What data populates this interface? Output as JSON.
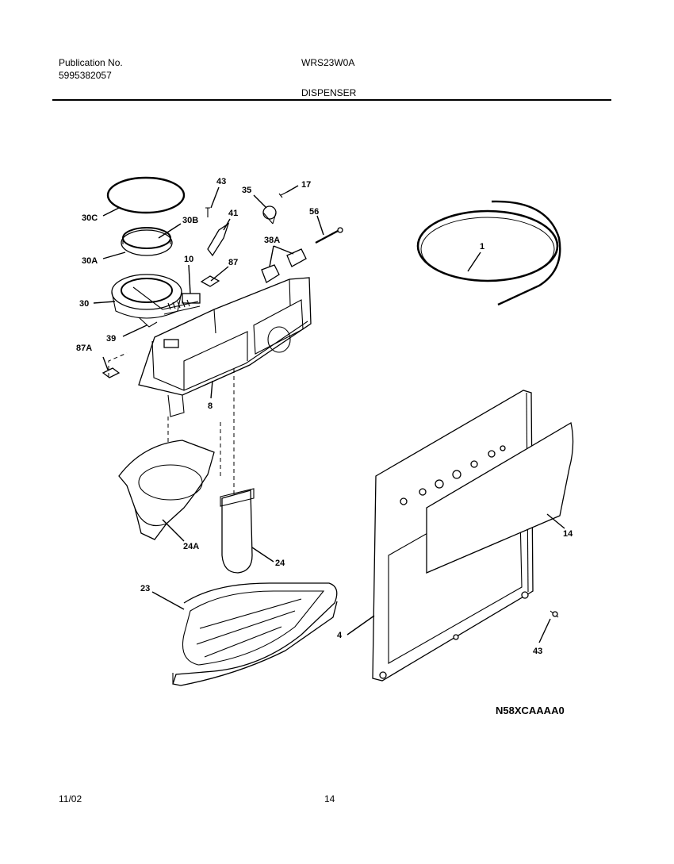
{
  "header": {
    "publication_label": "Publication No.",
    "publication_number": "5995382057",
    "model": "WRS23W0A",
    "section": "DISPENSER"
  },
  "diagram": {
    "code": "N58XCAAAA0",
    "labels": [
      "30C",
      "30B",
      "30A",
      "10",
      "30",
      "39",
      "87A",
      "8",
      "43",
      "35",
      "17",
      "41",
      "87",
      "56",
      "38A",
      "1",
      "24A",
      "24",
      "23",
      "4",
      "14",
      "43"
    ]
  },
  "footer": {
    "date": "11/02",
    "page": "14"
  }
}
